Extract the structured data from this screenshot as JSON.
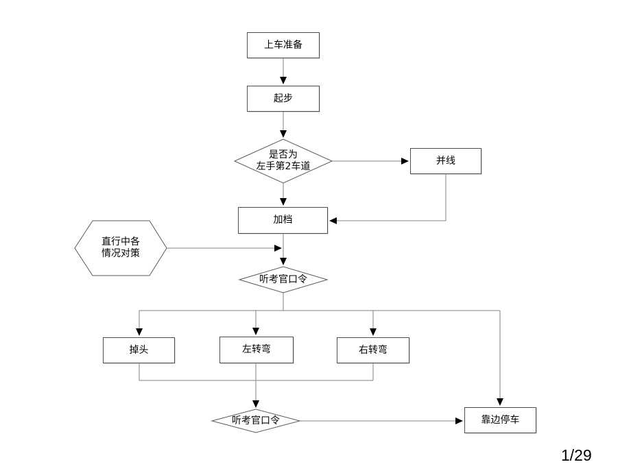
{
  "slide": {
    "title": "driving-exam-procedure-flowchart",
    "page_number": "1/29",
    "background": "#ffffff"
  },
  "colors": {
    "connector_line": "#808080",
    "arrowhead": "#000000",
    "shape_border": "#4d4d4d",
    "text": "#000000"
  },
  "flowchart": {
    "nodes": {
      "prepare": {
        "type": "process",
        "label": "上车准备"
      },
      "start": {
        "type": "process",
        "label": "起步"
      },
      "lane_decision": {
        "type": "decision",
        "line1": "是否为",
        "line2": "左手第2车道"
      },
      "merge": {
        "type": "process",
        "label": "并线"
      },
      "shift_up": {
        "type": "process",
        "label": "加档"
      },
      "straight_strategy": {
        "type": "preparation-hexagon",
        "line1": "直行中各",
        "line2": "情况对策"
      },
      "listen_command_1": {
        "type": "decision",
        "label": "听考官口令"
      },
      "u_turn": {
        "type": "process",
        "label": "掉头"
      },
      "left_turn": {
        "type": "process",
        "label": "左转弯"
      },
      "right_turn": {
        "type": "process",
        "label": "右转弯"
      },
      "listen_command_2": {
        "type": "decision",
        "label": "听考官口令"
      },
      "pull_over": {
        "type": "process",
        "label": "靠边停车"
      }
    }
  }
}
